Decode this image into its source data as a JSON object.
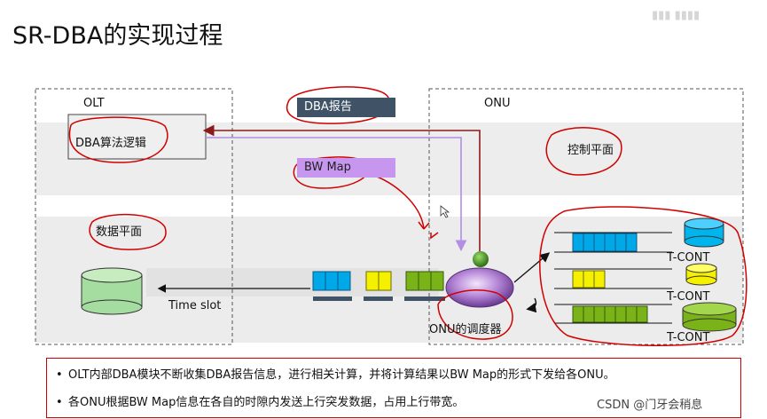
{
  "title": "SR-DBA的实现过程",
  "olt": {
    "label": "OLT",
    "algo_label": "DBA算法逻辑",
    "data_plane_label": "数据平面",
    "time_slot_label": "Time slot"
  },
  "onu": {
    "label": "ONU",
    "control_plane_label": "控制平面",
    "scheduler_label": "ONU的调度器",
    "tcont_labels": [
      "T-CONT",
      "T-CONT",
      "T-CONT"
    ]
  },
  "messages": {
    "dba_report": "DBA报告",
    "bw_map": "BW Map"
  },
  "notes": [
    "OLT内部DBA模块不断收集DBA报告信息，进行相关计算，并将计算结果以BW Map的形式下发给各ONU。",
    "各ONU根据BW Map信息在各自的时隙内发送上行突发数据，占用上行带宽。"
  ],
  "watermark": "CSDN @门牙会稍息",
  "colors": {
    "queue_blue": "#00a8e8",
    "queue_yellow": "#f5f000",
    "queue_green": "#7ab317",
    "annotation_red": "#d10000",
    "report_chip": "#3f5266",
    "bwmap_chip": "#c797f0",
    "arrow_dark_red": "#8b1a1a",
    "arrow_purple": "#b28ee6"
  }
}
